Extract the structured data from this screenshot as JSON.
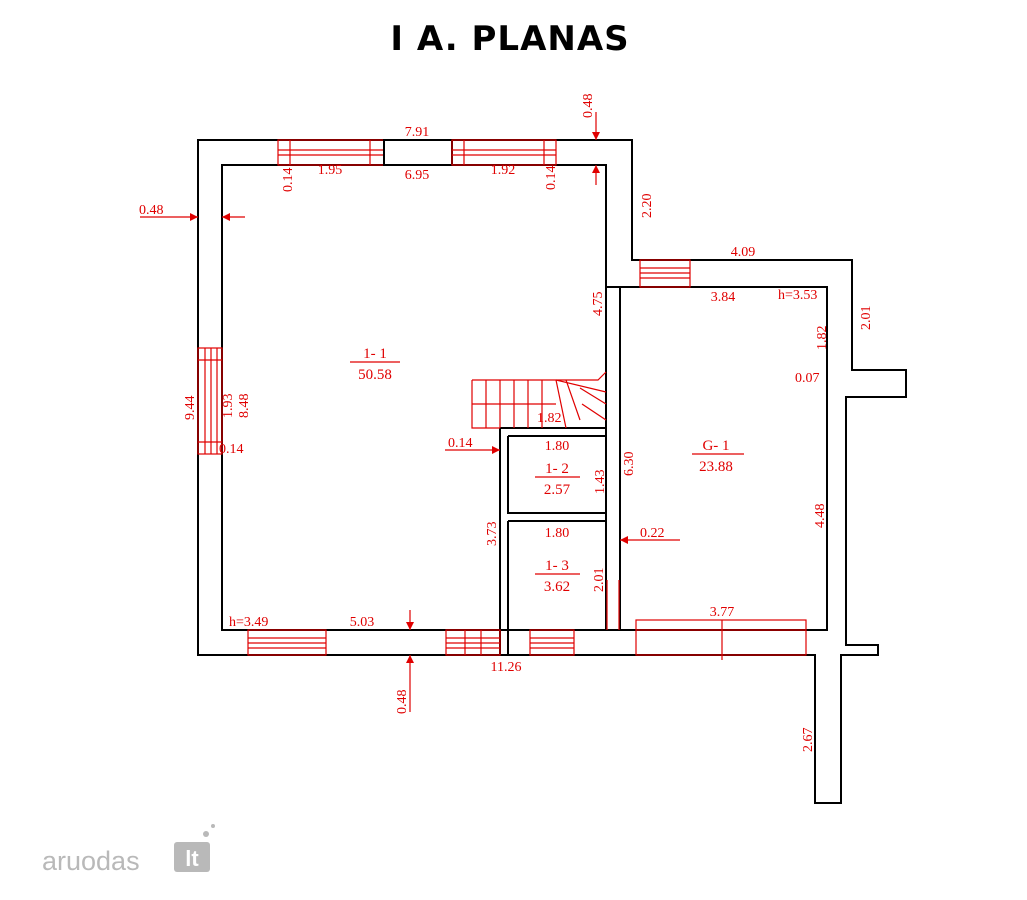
{
  "title": "I A. PLANAS",
  "watermark": {
    "brand": "aruodas",
    "suffix": "lt"
  },
  "colors": {
    "walls": "#000000",
    "dimensions": "#e00000",
    "watermark": "#b9b9b9"
  },
  "rooms": [
    {
      "id": "1- 1",
      "area": "50.58"
    },
    {
      "id": "1- 2",
      "area": "2.57"
    },
    {
      "id": "1- 3",
      "area": "3.62"
    },
    {
      "id": "G- 1",
      "area": "23.88"
    }
  ],
  "dimensions": {
    "d791": "7.91",
    "d195": "1.95",
    "d695": "6.95",
    "d192": "1.92",
    "d014_top_l": "0.14",
    "d014_top_r": "0.14",
    "d048_top": "0.48",
    "d048_left": "0.48",
    "d048_bottom": "0.48",
    "d220": "2.20",
    "d475": "4.75",
    "d944": "9.44",
    "d193": "1.93",
    "d848": "8.48",
    "d014_left": "0.14",
    "d014_mid": "0.14",
    "d409": "4.09",
    "d384": "3.84",
    "h353": "h=3.53",
    "d201_right": "2.01",
    "d182": "1.82",
    "d007": "0.07",
    "d630": "6.30",
    "d448": "4.48",
    "d022": "0.22",
    "d180_a": "1.80",
    "d143": "1.43",
    "d180_b": "1.80",
    "d373": "3.73",
    "d201_mid": "2.01",
    "d182_stair": "1.82",
    "h349": "h=3.49",
    "d503": "5.03",
    "d1126": "11.26",
    "d377": "3.77",
    "d267": "2.67"
  }
}
